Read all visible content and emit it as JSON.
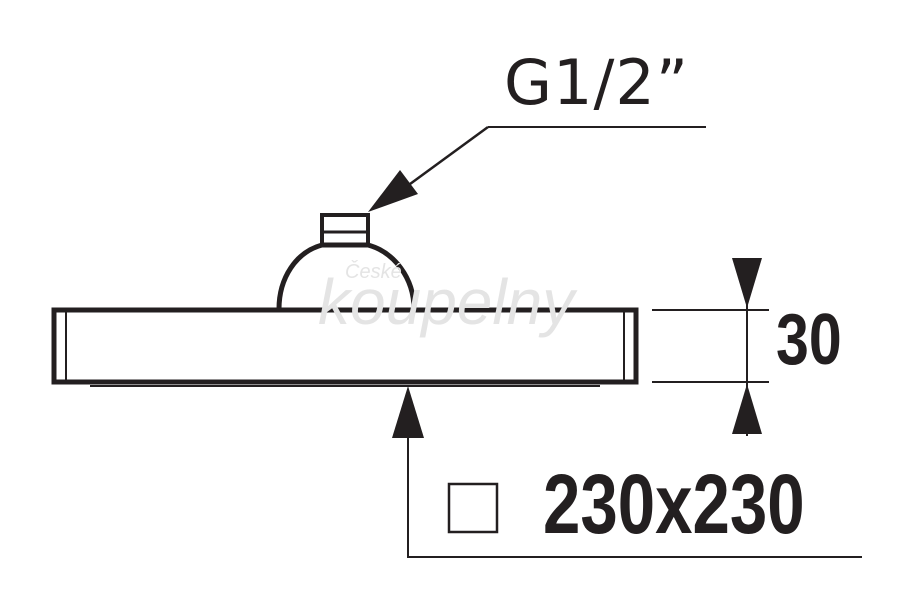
{
  "labels": {
    "thread": "G1/2”",
    "height": "30",
    "size": "230x230"
  },
  "watermark": {
    "line1": "České",
    "line2": "koupelny"
  },
  "symbols": {
    "size_prefix": "square-icon"
  },
  "colors": {
    "line": "#231f20",
    "watermark": "#e4e4e4",
    "background": "#ffffff"
  }
}
